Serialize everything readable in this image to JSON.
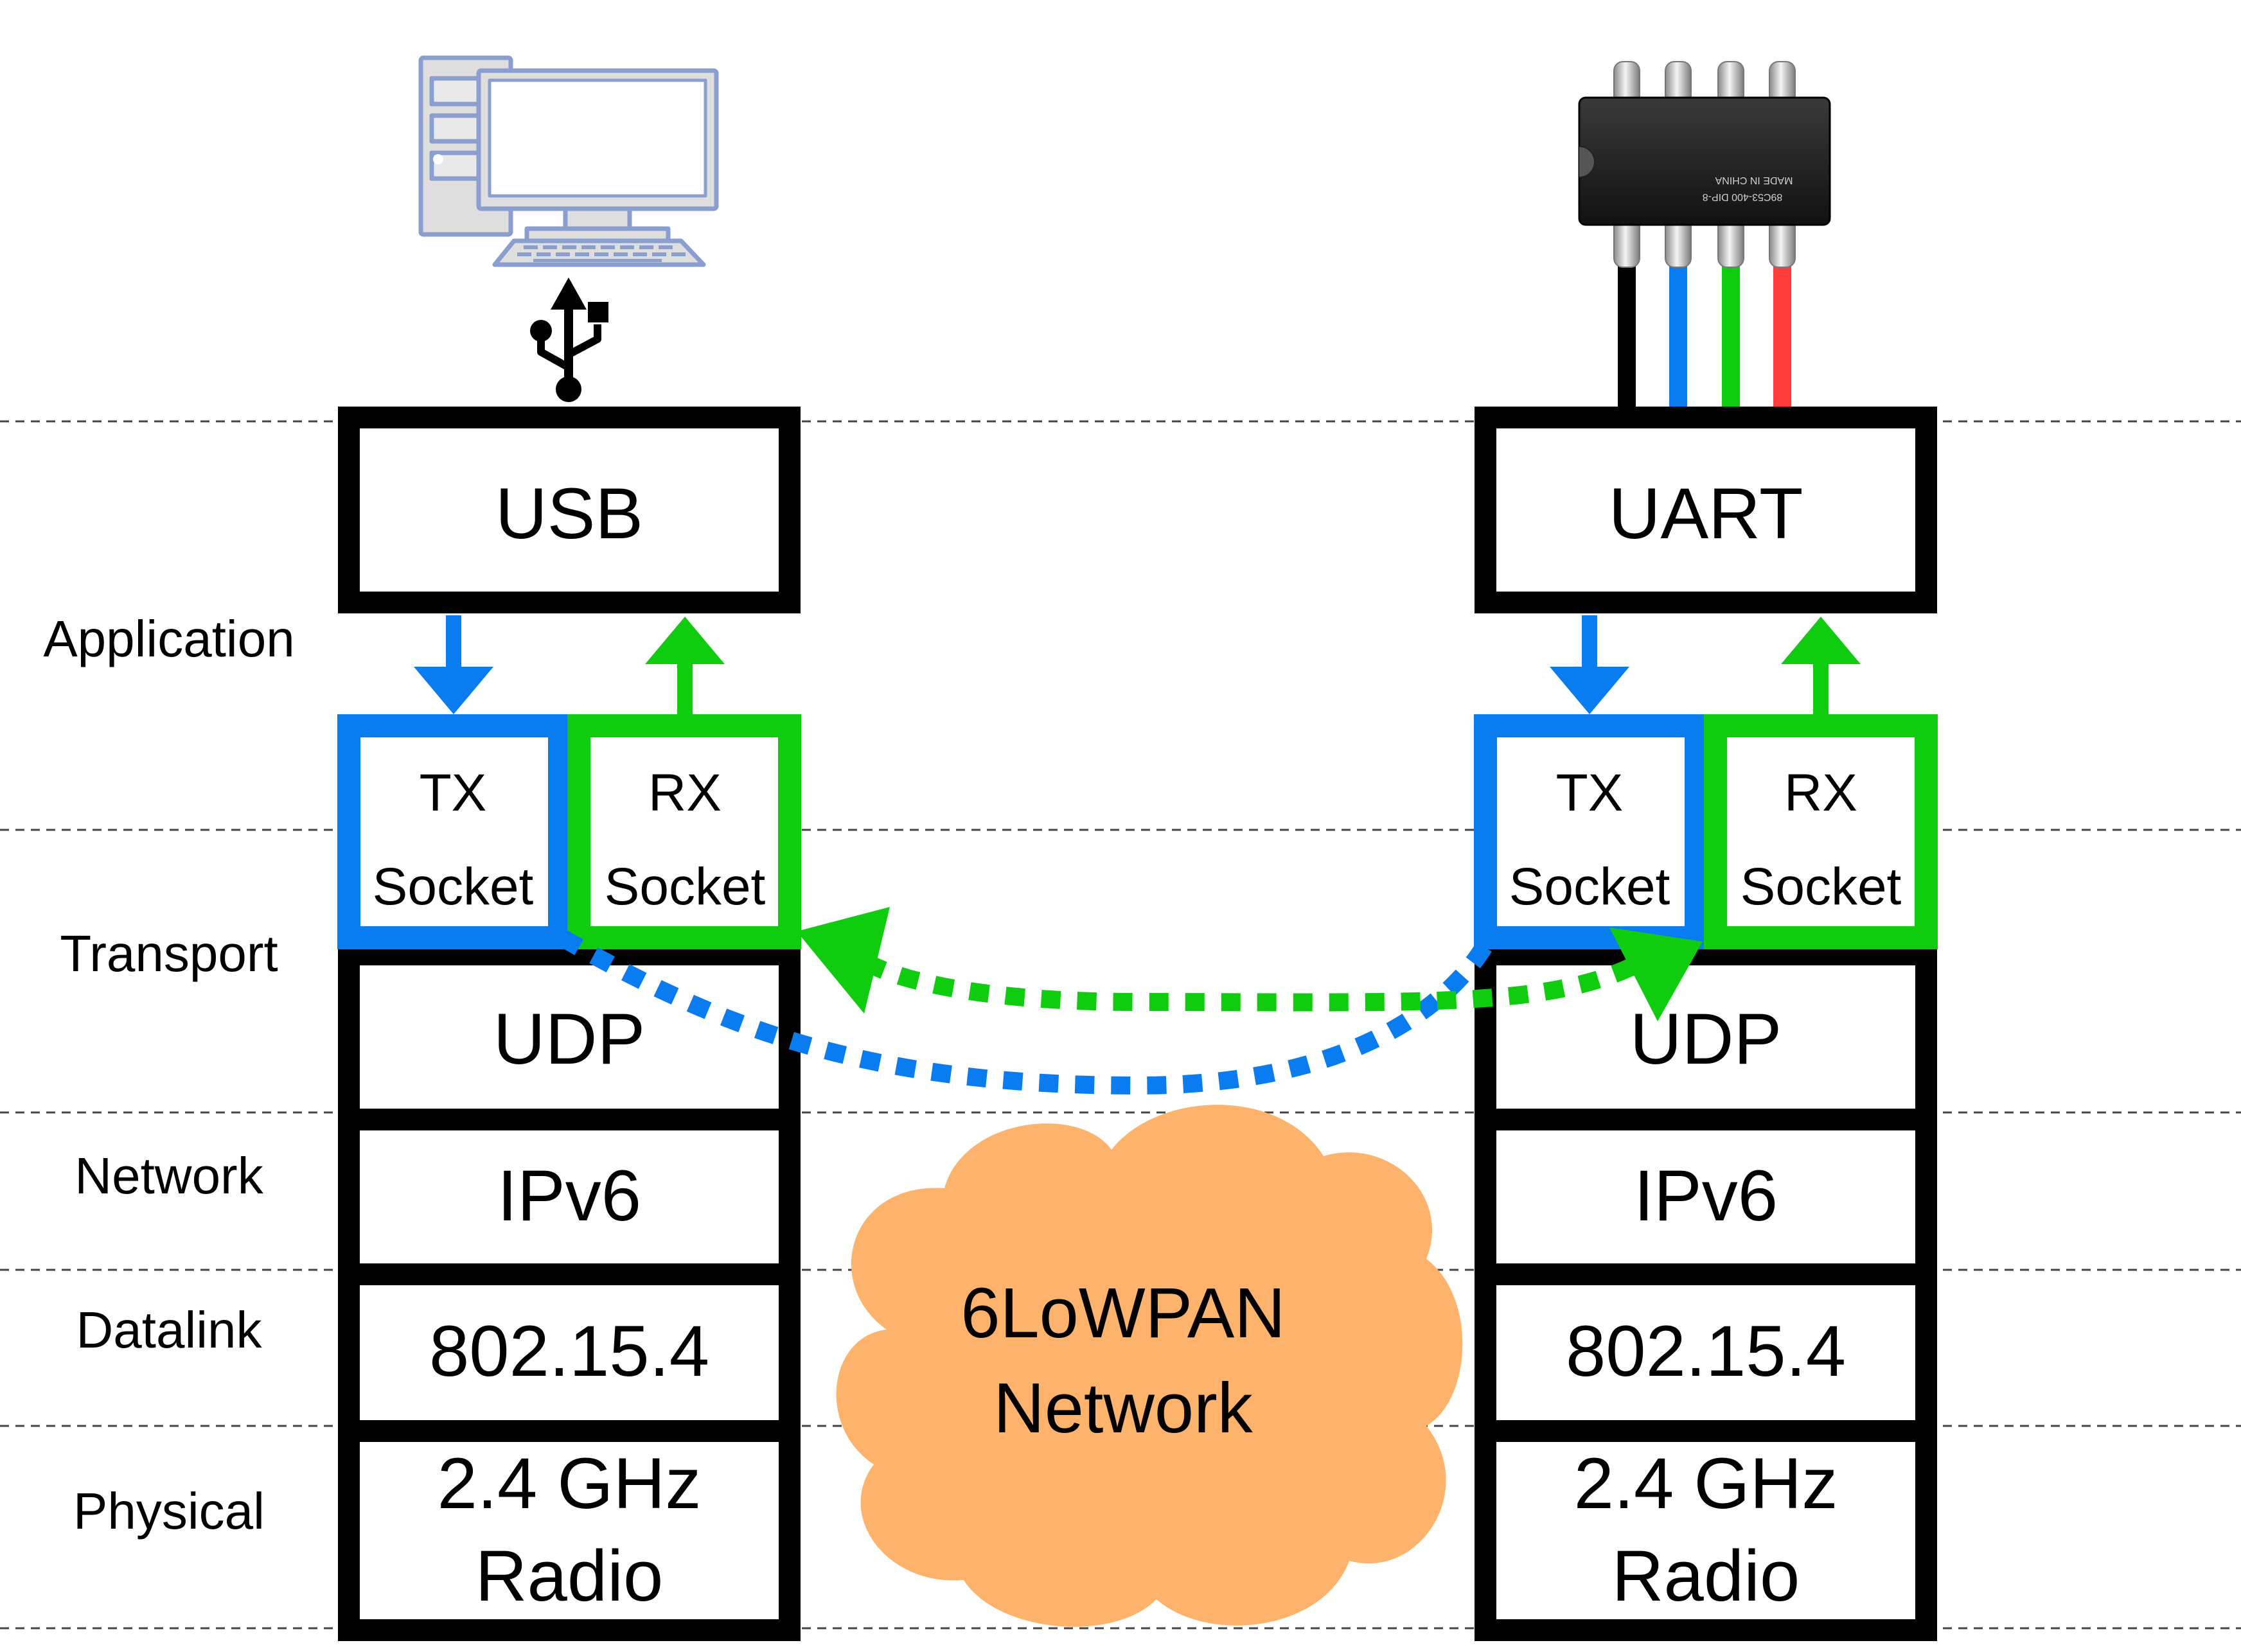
{
  "colors": {
    "tx": "#0a7cf2",
    "rx": "#0fcc0f",
    "cloud": "#fdb36b",
    "computer": "#8a9fcf",
    "wire_red": "#ff3b3b"
  },
  "layers": {
    "application": "Application",
    "transport": "Transport",
    "network": "Network",
    "datalink": "Datalink",
    "physical": "Physical"
  },
  "left_stack": {
    "top_icon": "computer-icon",
    "connector_icon": "usb-icon",
    "app": "USB",
    "tx_line1": "TX",
    "tx_line2": "Socket",
    "rx_line1": "RX",
    "rx_line2": "Socket",
    "udp": "UDP",
    "ipv6": "IPv6",
    "mac": "802.15.4",
    "phy_line1": "2.4 GHz",
    "phy_line2": "Radio"
  },
  "right_stack": {
    "top_icon": "chip-icon",
    "chip_text_1": "MADE IN CHINA",
    "chip_text_2": "89C53-400 DIP-8",
    "app": "UART",
    "tx_line1": "TX",
    "tx_line2": "Socket",
    "rx_line1": "RX",
    "rx_line2": "Socket",
    "udp": "UDP",
    "ipv6": "IPv6",
    "mac": "802.15.4",
    "phy_line1": "2.4 GHz",
    "phy_line2": "Radio"
  },
  "cloud": {
    "line1": "6LoWPAN",
    "line2": "Network"
  }
}
